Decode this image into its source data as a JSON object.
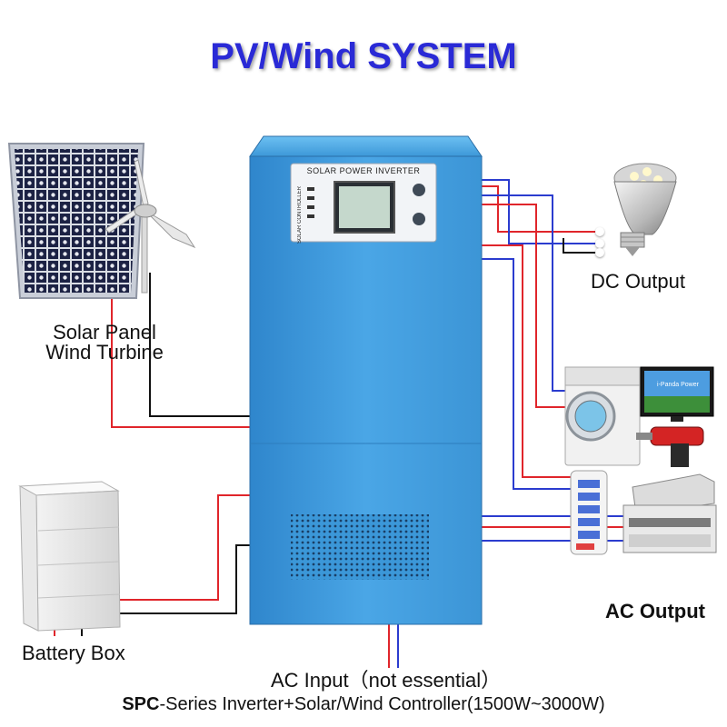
{
  "title": "PV/Wind SYSTEM",
  "labels": {
    "solar_panel": "Solar Panel",
    "wind_turbine": "Wind Turbine",
    "dc_output": "DC Output",
    "battery_box": "Battery Box",
    "ac_output": "AC Output",
    "ac_input": "AC Input（not essential）"
  },
  "inverter": {
    "panel_title": "SOLAR POWER INVERTER",
    "panel_side_text": "SOLAR CONTROLLER"
  },
  "screen_text": {
    "tv": "i-Panda Power"
  },
  "footer": {
    "prefix": "SPC",
    "rest": "-Series Inverter+Solar/Wind Controller(1500W~3000W)"
  },
  "colors": {
    "title": "#2a2ad6",
    "inverter": "#3a97d8",
    "wire_red": "#e0252b",
    "wire_blue": "#2b3ccf",
    "wire_black": "#111111"
  }
}
